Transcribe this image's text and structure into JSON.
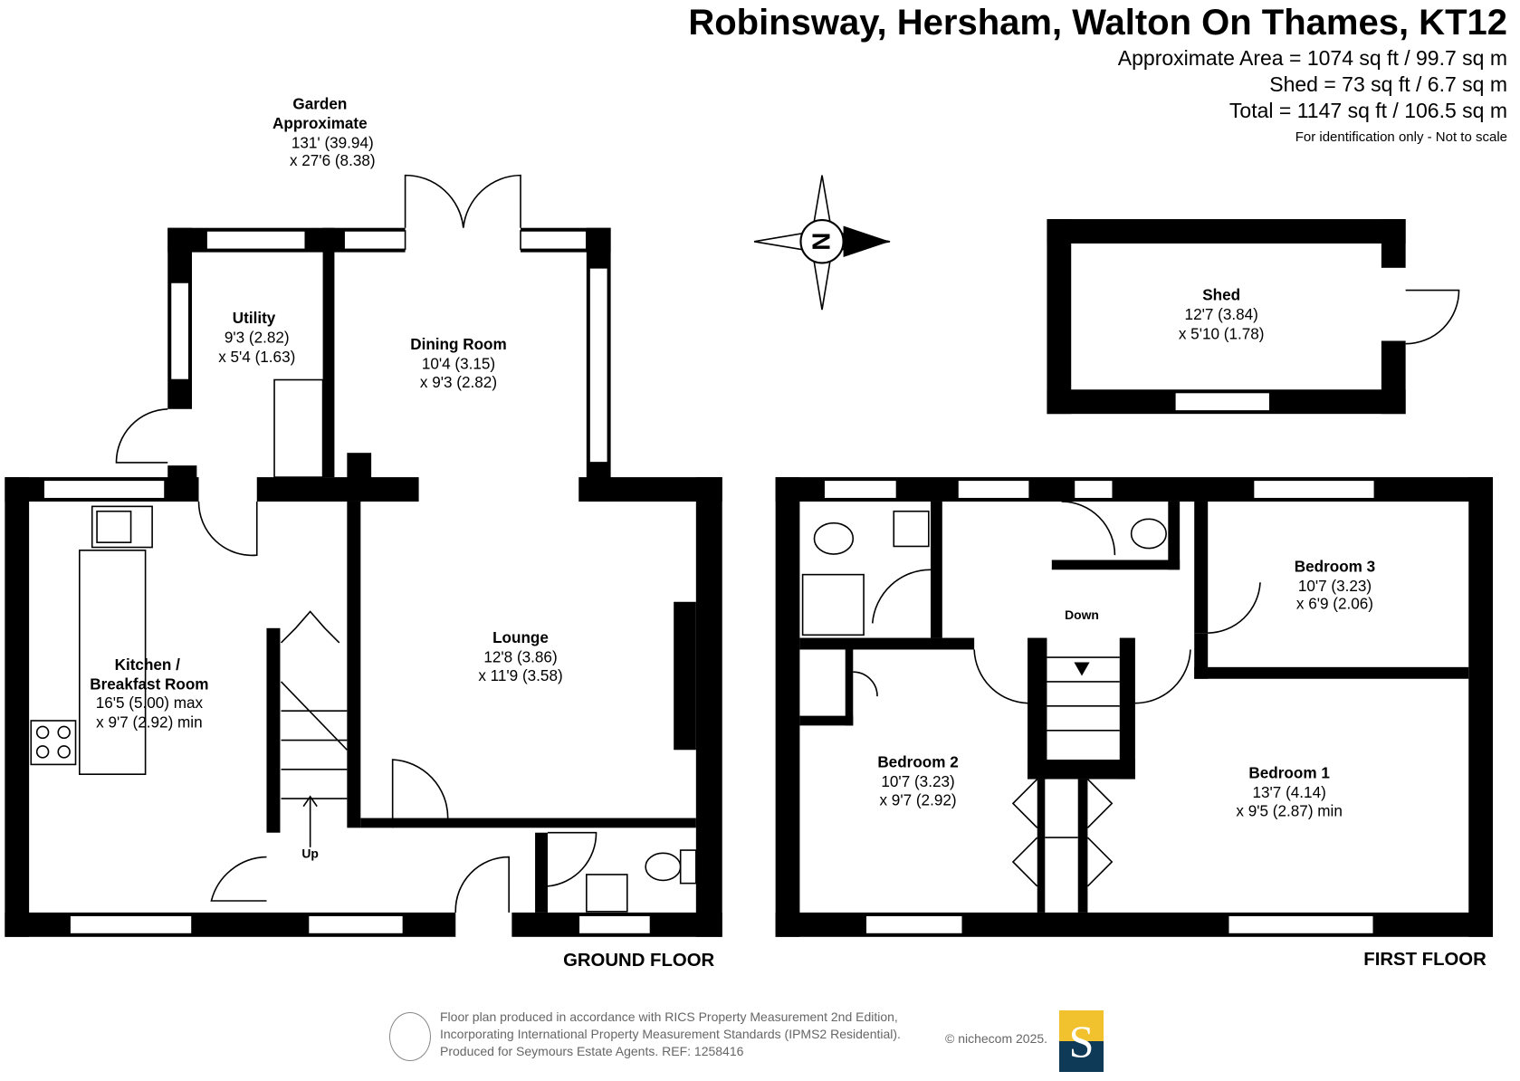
{
  "header": {
    "title": "Robinsway, Hersham, Walton On Thames, KT12",
    "areas": [
      "Approximate Area = 1074 sq ft / 99.7 sq m",
      "Shed = 73 sq ft / 6.7 sq m",
      "Total = 1147 sq ft / 106.5 sq m"
    ],
    "note": "For identification only - Not to scale"
  },
  "garden": {
    "lines": [
      "Garden",
      "Approximate",
      "131' (39.94)",
      "x 27'6 (8.38)"
    ]
  },
  "compass": {
    "label": "N"
  },
  "rooms": {
    "utility": [
      "Utility",
      "9'3 (2.82)",
      "x 5'4 (1.63)"
    ],
    "dining": [
      "Dining Room",
      "10'4 (3.15)",
      "x 9'3 (2.82)"
    ],
    "lounge": [
      "Lounge",
      "12'8 (3.86)",
      "x 11'9 (3.58)"
    ],
    "kitchen": [
      "Kitchen /",
      "Breakfast Room",
      "16'5 (5.00) max",
      "x 9'7 (2.92) min"
    ],
    "shed": [
      "Shed",
      "12'7 (3.84)",
      "x 5'10 (1.78)"
    ],
    "bedroom3": [
      "Bedroom 3",
      "10'7 (3.23)",
      "x 6'9 (2.06)"
    ],
    "bedroom2": [
      "Bedroom 2",
      "10'7 (3.23)",
      "x 9'7 (2.92)"
    ],
    "bedroom1": [
      "Bedroom 1",
      "13'7 (4.14)",
      "x 9'5 (2.87) min"
    ]
  },
  "stairs": {
    "up": "Up",
    "down": "Down"
  },
  "floors": {
    "ground": "GROUND FLOOR",
    "first": "FIRST FLOOR"
  },
  "footer": {
    "lines": [
      "Floor plan produced in accordance with RICS Property Measurement 2nd Edition,",
      "Incorporating International Property Measurement Standards (IPMS2 Residential).",
      "Produced for Seymours Estate Agents.   REF: 1258416"
    ],
    "copyright": "© nichecom 2025.",
    "logo_letter": "S",
    "logo_colors": [
      "#f2c12e",
      "#0f3a57"
    ]
  }
}
